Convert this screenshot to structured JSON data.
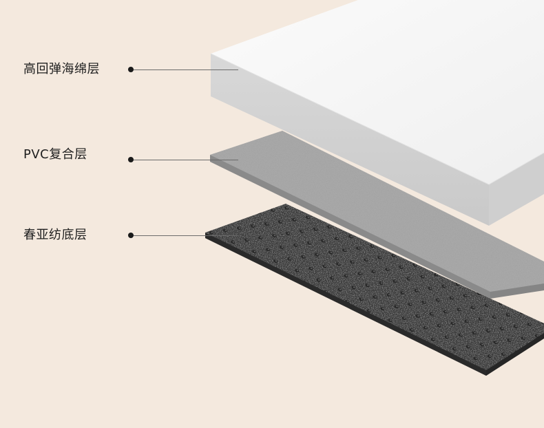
{
  "layers": [
    {
      "label": "高回弹海绵层"
    },
    {
      "label": "PVC复合层"
    },
    {
      "label": "春亚纺底层"
    }
  ],
  "colors": {
    "background": "#f4e9de",
    "foam": "#f7f7f7",
    "pvc": "#a5a5a5",
    "bottom": "#3a3a3a"
  }
}
